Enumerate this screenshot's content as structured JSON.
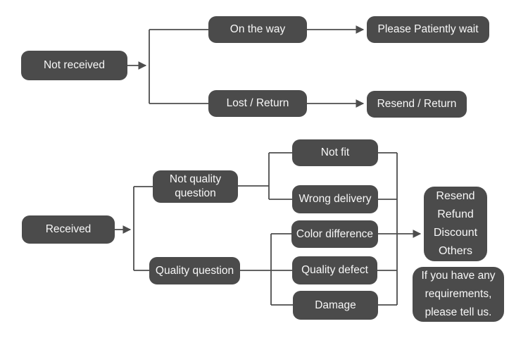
{
  "colors": {
    "node_fill": "#4b4b4b",
    "node_text": "#f7f7f7",
    "connector": "#4d4d4d",
    "background": "#ffffff"
  },
  "flowchart": {
    "not_received_branch": {
      "root": "Not received",
      "on_the_way": "On the way",
      "please_patiently_wait": "Please Patiently wait",
      "lost_return": "Lost / Return",
      "resend_return": "Resend / Return"
    },
    "received_branch": {
      "root": "Received",
      "not_quality_question": "Not quality\nquestion",
      "quality_question": "Quality question",
      "not_fit": "Not fit",
      "wrong_delivery": "Wrong delivery",
      "color_difference": "Color difference",
      "quality_defect": "Quality defect",
      "damage": "Damage",
      "resolution_options": "Resend\nRefund\nDiscount\nOthers",
      "note": "If you have any\nrequirements,\nplease tell us."
    }
  }
}
